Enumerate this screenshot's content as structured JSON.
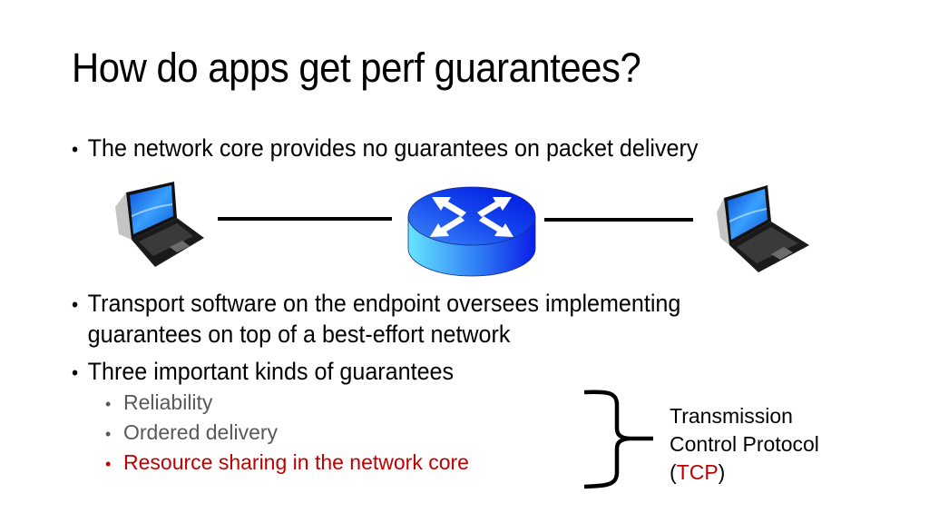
{
  "slide": {
    "title": "How do apps get perf guarantees?",
    "bullets": [
      {
        "marker": "•",
        "text": "The network core provides no guarantees on packet delivery"
      },
      {
        "marker": "•",
        "line1": "Transport software on the endpoint oversees implementing",
        "line2": "guarantees on top of a best-effort network"
      },
      {
        "marker": "•",
        "text": "Three important kinds of guarantees",
        "subitems": [
          {
            "marker": "•",
            "text": "Reliability",
            "color": "#595959"
          },
          {
            "marker": "•",
            "text": "Ordered delivery",
            "color": "#595959"
          },
          {
            "marker": "•",
            "text": "Resource sharing in the network core",
            "color": "#c00000"
          }
        ]
      }
    ]
  },
  "diagram": {
    "left_node": {
      "icon": "laptop-icon"
    },
    "center_node": {
      "icon": "router-icon",
      "colors": {
        "top": "#0a2cf0",
        "side_light": "#66e6ff",
        "side_dark": "#0a1ee8"
      }
    },
    "right_node": {
      "icon": "laptop-icon"
    }
  },
  "annotation": {
    "bracket_icon": "right-curly-brace-icon",
    "line1": "Transmission",
    "line2": "Control Protocol",
    "paren_open": "(",
    "acronym": "TCP",
    "paren_close": ")",
    "acronym_color": "#c00000"
  }
}
